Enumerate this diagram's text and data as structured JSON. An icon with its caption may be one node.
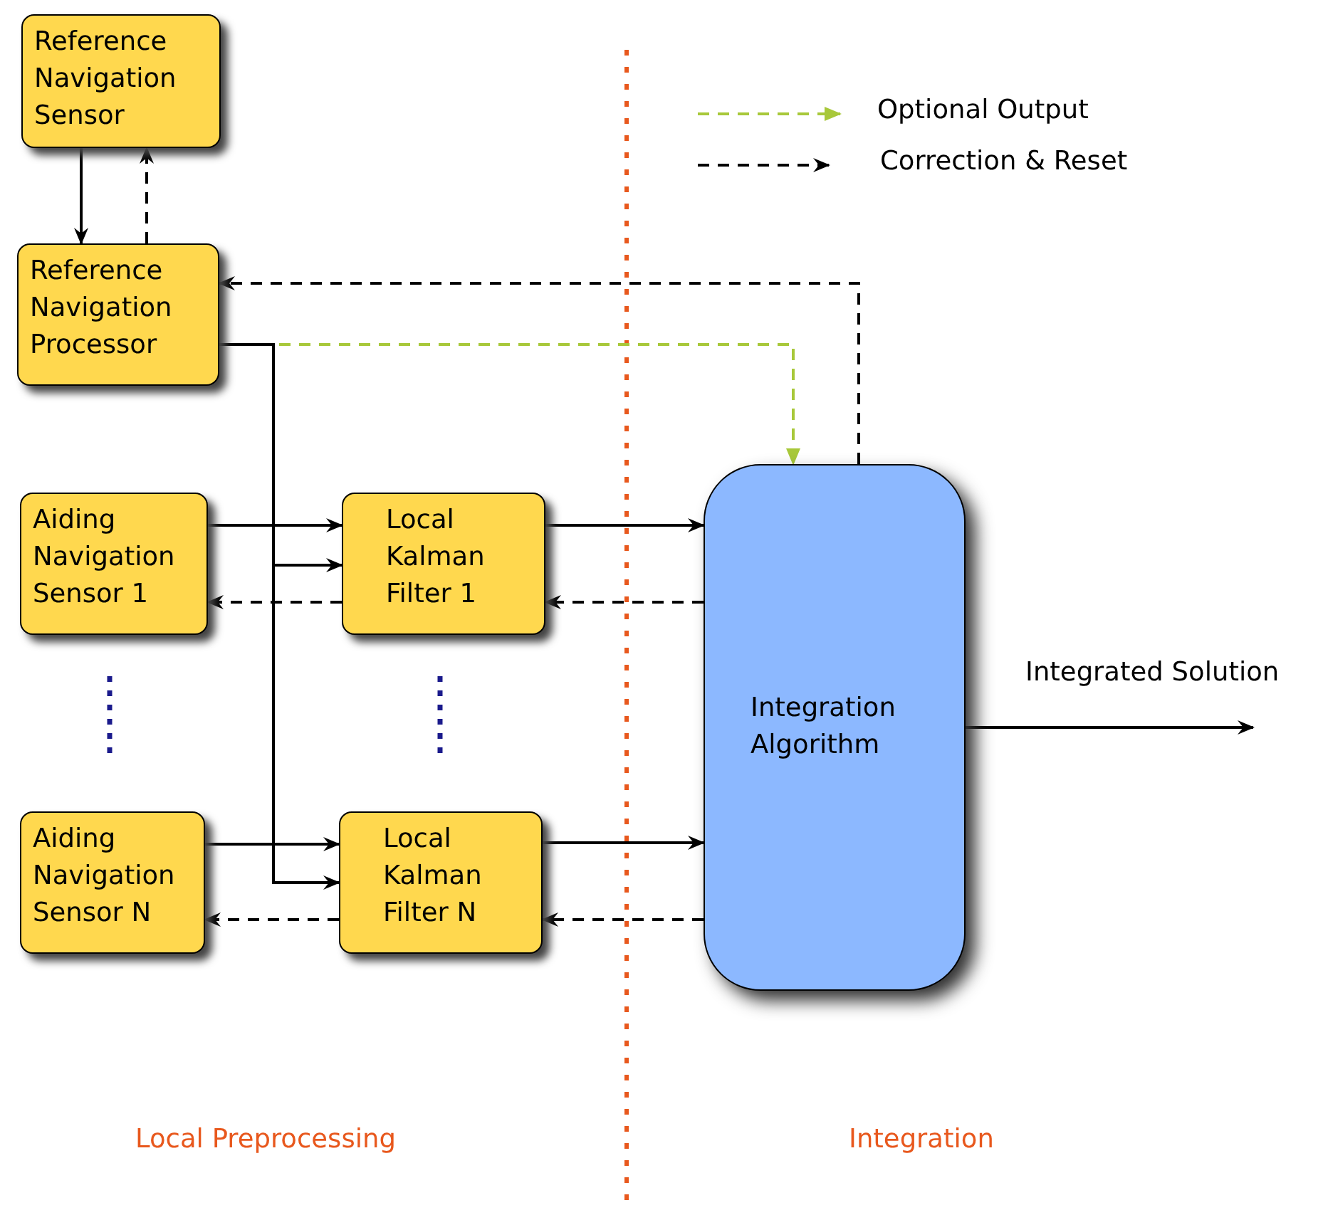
{
  "diagram": {
    "nodes": [
      {
        "text": [
          "Reference Navigation Sensor"
        ]
      },
      {
        "text": [
          "Reference Navigation Processor"
        ]
      },
      {
        "text": [
          "Aiding Navigation Sensor 1"
        ]
      },
      {
        "text": [
          "Local Kalman Filter 1"
        ]
      },
      {
        "text": [
          "Aiding Navigation Sensor N"
        ]
      },
      {
        "text": [
          "Local Kalman Filter N"
        ]
      },
      {
        "text": [
          "Integration Algorithm"
        ]
      }
    ],
    "edges": [
      {
        "from": 0,
        "to": 1,
        "arrow": "to"
      },
      {
        "from": 1,
        "to": 0,
        "arrow": "to",
        "style": "dashed"
      },
      {
        "from": 6,
        "to": 1,
        "arrow": "to",
        "style": "dashed"
      },
      {
        "from": 1,
        "to": 6,
        "arrow": "to",
        "style": "dashed",
        "color": "#a8c83a"
      },
      {
        "from": 1,
        "to": 3,
        "arrow": "to"
      },
      {
        "from": 1,
        "to": 5,
        "arrow": "to"
      },
      {
        "from": 2,
        "to": 3,
        "arrow": "to"
      },
      {
        "from": 3,
        "to": 2,
        "arrow": "to",
        "style": "dashed"
      },
      {
        "from": 4,
        "to": 5,
        "arrow": "to"
      },
      {
        "from": 5,
        "to": 4,
        "arrow": "to",
        "style": "dashed"
      },
      {
        "from": 3,
        "to": 6,
        "arrow": "to"
      },
      {
        "from": 6,
        "to": 3,
        "arrow": "to",
        "style": "dashed"
      },
      {
        "from": 5,
        "to": 6,
        "arrow": "to"
      },
      {
        "from": 6,
        "to": 5,
        "arrow": "to",
        "style": "dashed"
      },
      {
        "from": 6,
        "to": null,
        "arrow": "to",
        "label": "Integrated Solution"
      }
    ],
    "labels": [
      "Local Preprocessing",
      "Integration"
    ],
    "legend": [
      {
        "text": "Optional Output"
      },
      {
        "text": "Correction & Reset"
      }
    ]
  }
}
